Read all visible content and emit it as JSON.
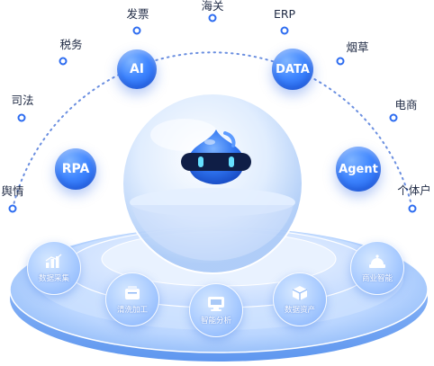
{
  "arc_labels": [
    "舆情",
    "司法",
    "税务",
    "发票",
    "海关",
    "ERP",
    "烟草",
    "电商",
    "个体户"
  ],
  "bubbles": [
    "AI",
    "DATA",
    "RPA",
    "Agent"
  ],
  "platform_nodes": [
    "数据采集",
    "清洗加工",
    "智能分析",
    "数据资产",
    "商业智能"
  ],
  "colors": {
    "accent": "#2d6cf0",
    "bubble": "#3f86ff",
    "platform": "#9fc5ff",
    "text": "#1f2a44"
  },
  "icons": [
    "robot-mascot-icon",
    "bar-chart-icon",
    "monitor-icon",
    "cube-icon",
    "dome-icon",
    "data-box-icon"
  ]
}
